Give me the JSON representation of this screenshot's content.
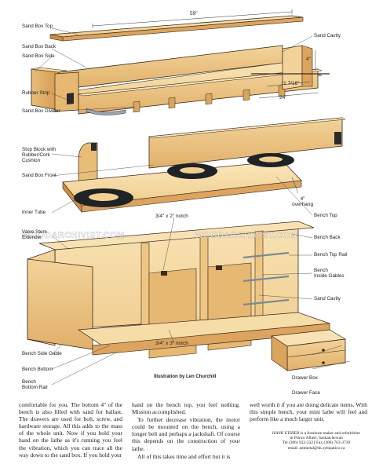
{
  "labels": {
    "sand_box_top": "Sand Box Top",
    "sand_box_back": "Sand Box Back",
    "sand_box_side": "Sand Box Side",
    "rubber_strip": "Rubber Strip",
    "sand_box_divider": "Sand Box Divider",
    "stop_block": [
      "Stop Block with",
      "Rubber/Cork",
      "Cushion"
    ],
    "sand_box_front": "Sand Box Front",
    "inner_tube": "Inner Tube",
    "valve_stem": [
      "Valve Stem",
      "Extender"
    ],
    "sand_cavity_top": "Sand Cavity",
    "bench_top": "Bench Top",
    "bench_back": "Bench Back",
    "bench_top_rail": "Bench Top Rail",
    "bench_inside_gables": [
      "Bench",
      "Inside Gables"
    ],
    "sand_cavity_bottom": "Sand Cavity",
    "drawer_box": "Drawer Box",
    "drawer_face": "Drawer Face",
    "bench_side_gable": "Bench Side Gable",
    "bench_bottom": "Bench Bottom",
    "bench_bottom_rail": [
      "Bench",
      "Bottom Rail"
    ]
  },
  "dimensions": {
    "top_width": "59\"",
    "height_4": "4\"",
    "depth_11_7_16": "11 7/16\"",
    "depth_24": "24\"",
    "overhang": [
      "4\"",
      "overhang"
    ],
    "notch_top": "3/4\" x 2\" notch",
    "notch_bottom": "3/4\" x 3\" notch"
  },
  "watermark": "WOODARCHIVIST.COM",
  "illustration_credit": "Illustration by Len Churchill",
  "article": {
    "col1": [
      "comfortable for you. The bottom 4\" of the bench is also filled with sand for ballast. The drawers are used for bolt, screw, and hardware storage. All this adds to the mass of the whole unit. Now if you hold your hand on the lathe as it's running you feel the vibration, which you can trace all the way down to the sand box. If you hold your"
    ],
    "col2": [
      "hand on the bench top, you feel nothing. Mission accomplished.",
      "To further decrease vibration, the motor could be mounted on the bench, using a longer belt and perhaps a jackshaft. Of course this depends on the construction of your lathe.",
      "All of this takes time and effort but it is"
    ],
    "col3": [
      "well worth it if you are doing delicate items. With this simple bench, your mini lathe will feel and perform like a much larger unit."
    ],
    "author_credit": {
      "name": "HANK ETHIER",
      "line1": " is a furniture maker and refurbisher",
      "line2": "in Prince Albert, Saskatchewan",
      "line3": "Tel (306) 922-3321  Fax (306) 763-3739",
      "line4": "email: ammetal@sk.sympatico.ca"
    }
  },
  "colors": {
    "wood_light": "#f6dca6",
    "wood_mid": "#eec684",
    "wood_dark": "#d9a55c",
    "wood_edge": "#c88d45",
    "outline": "#3a2a1a",
    "tube": "#1f2326",
    "rubber": "#2b2b2b",
    "rod": "#9aa7b4"
  }
}
